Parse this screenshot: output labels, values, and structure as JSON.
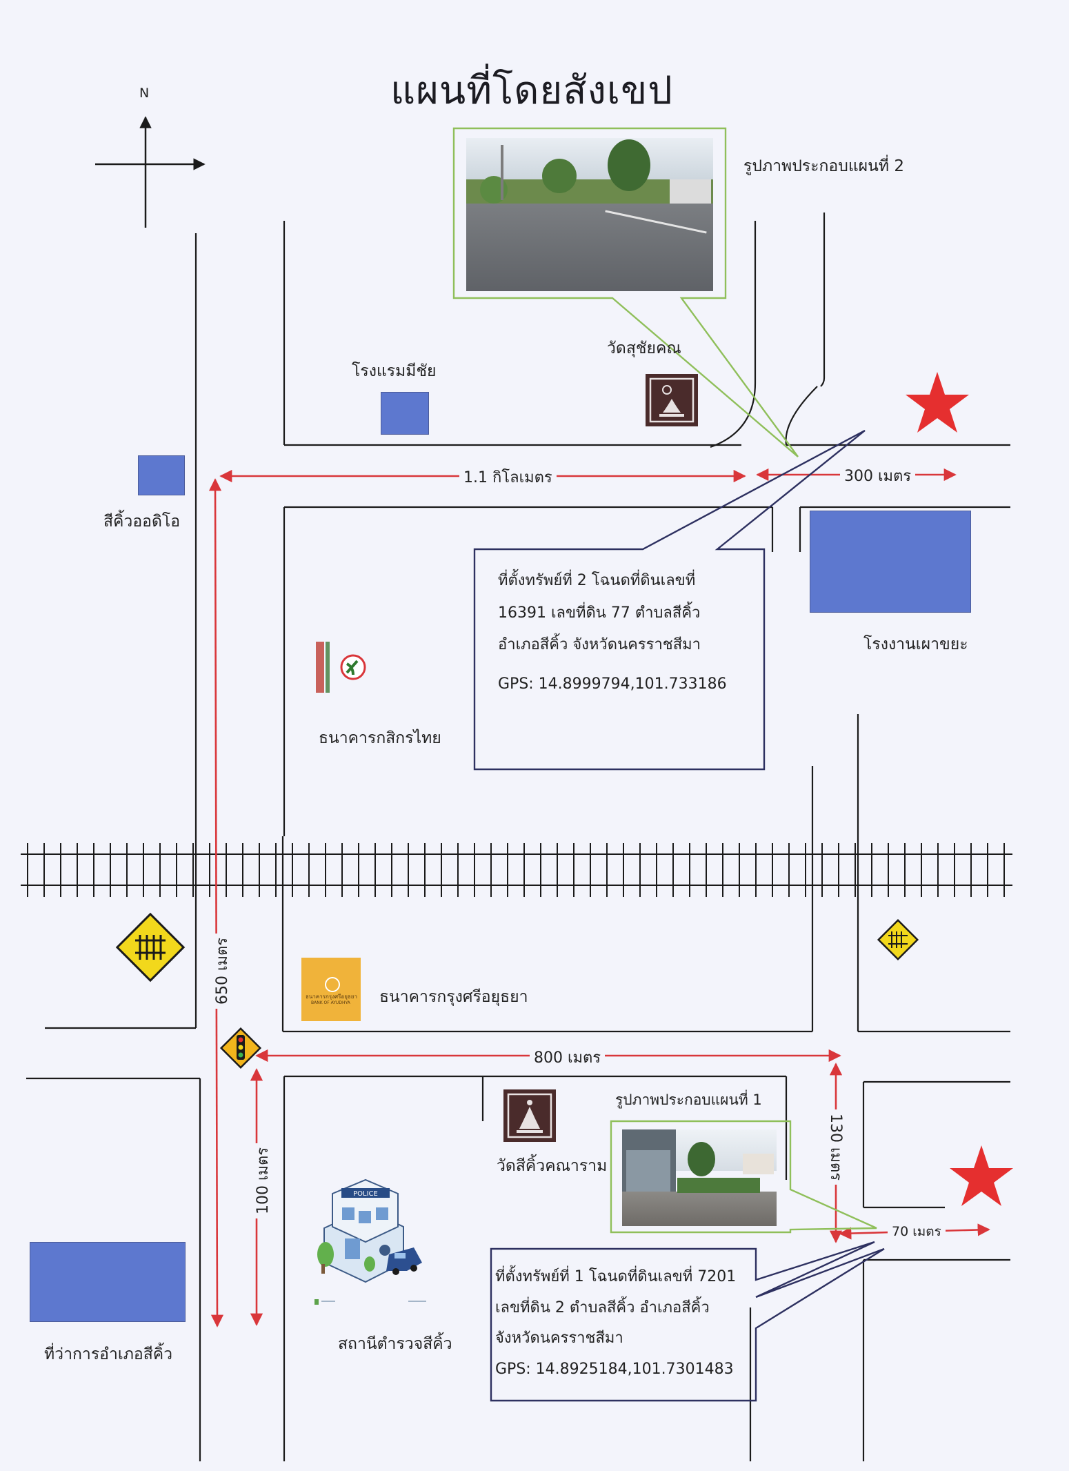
{
  "title": "แผนที่โดยสังเขป",
  "compass": {
    "north": "N"
  },
  "labels": {
    "hotel": "โรงแรมมีชัย",
    "temple_north": "วัดสุชัยคณ",
    "audio_shop": "สีคิ้วออดิโอ",
    "kasikorn_bank": "ธนาคารกสิกรไทย",
    "factory": "โรงงานเผาขยะ",
    "krungsri_bank": "ธนาคารกรุงศรีอยุธยา",
    "temple_south": "วัดสีคิ้วคณาราม",
    "police_station": "สถานีตำรวจสีคิ้ว",
    "district_office": "ที่ว่าการอำเภอสีคิ้ว",
    "photo_caption_2": "รูปภาพประกอบแผนที่ 2",
    "photo_caption_1": "รูปภาพประกอบแผนที่ 1"
  },
  "distances": {
    "d_1_1km": "1.1 กิโลเมตร",
    "d_300m": "300 เมตร",
    "d_650m": "650 เมตร",
    "d_800m": "800 เมตร",
    "d_100m": "100 เมตร",
    "d_130m": "130 เมตร",
    "d_70m": "70 เมตร"
  },
  "property_2": {
    "line1": "ที่ตั้งทรัพย์ที่ 2 โฉนดที่ดินเลขที่",
    "line2": "16391 เลขที่ดิน 77 ตำบลสีคิ้ว",
    "line3": "อำเภอสีคิ้ว จังหวัดนครราชสีมา",
    "gps": "GPS: 14.8999794,101.733186"
  },
  "property_1": {
    "line1": "ที่ตั้งทรัพย์ที่ 1 โฉนดที่ดินเลขที่ 7201",
    "line2": "เลขที่ดิน 2 ตำบลสีคิ้ว อำเภอสีคิ้ว",
    "line3": "จังหวัดนครราชสีมา",
    "gps": "GPS: 14.8925184,101.7301483"
  },
  "logos": {
    "krungsri": "ธนาคารกรุงศรีอยุธยา",
    "krungsri_en": "BANK OF AYUDHYA",
    "police": "POLICE"
  },
  "colors": {
    "road": "#1a1a1a",
    "arrow": "#d9363a",
    "block": "#5d78cf",
    "star": "#e52f2f",
    "callout_green": "#8fbf5a",
    "callout_navy": "#2d3060",
    "temple_icon": "#4a2b2b",
    "sign_yellow": "#f2d81c",
    "krungsri_gold": "#f0b33a"
  },
  "icons": [
    "north-arrow-icon",
    "star-marker-icon",
    "temple-icon",
    "railway-crossing-sign-icon",
    "traffic-light-sign-icon",
    "police-station-icon",
    "kasikorn-logo-icon",
    "krungsri-logo-icon"
  ]
}
